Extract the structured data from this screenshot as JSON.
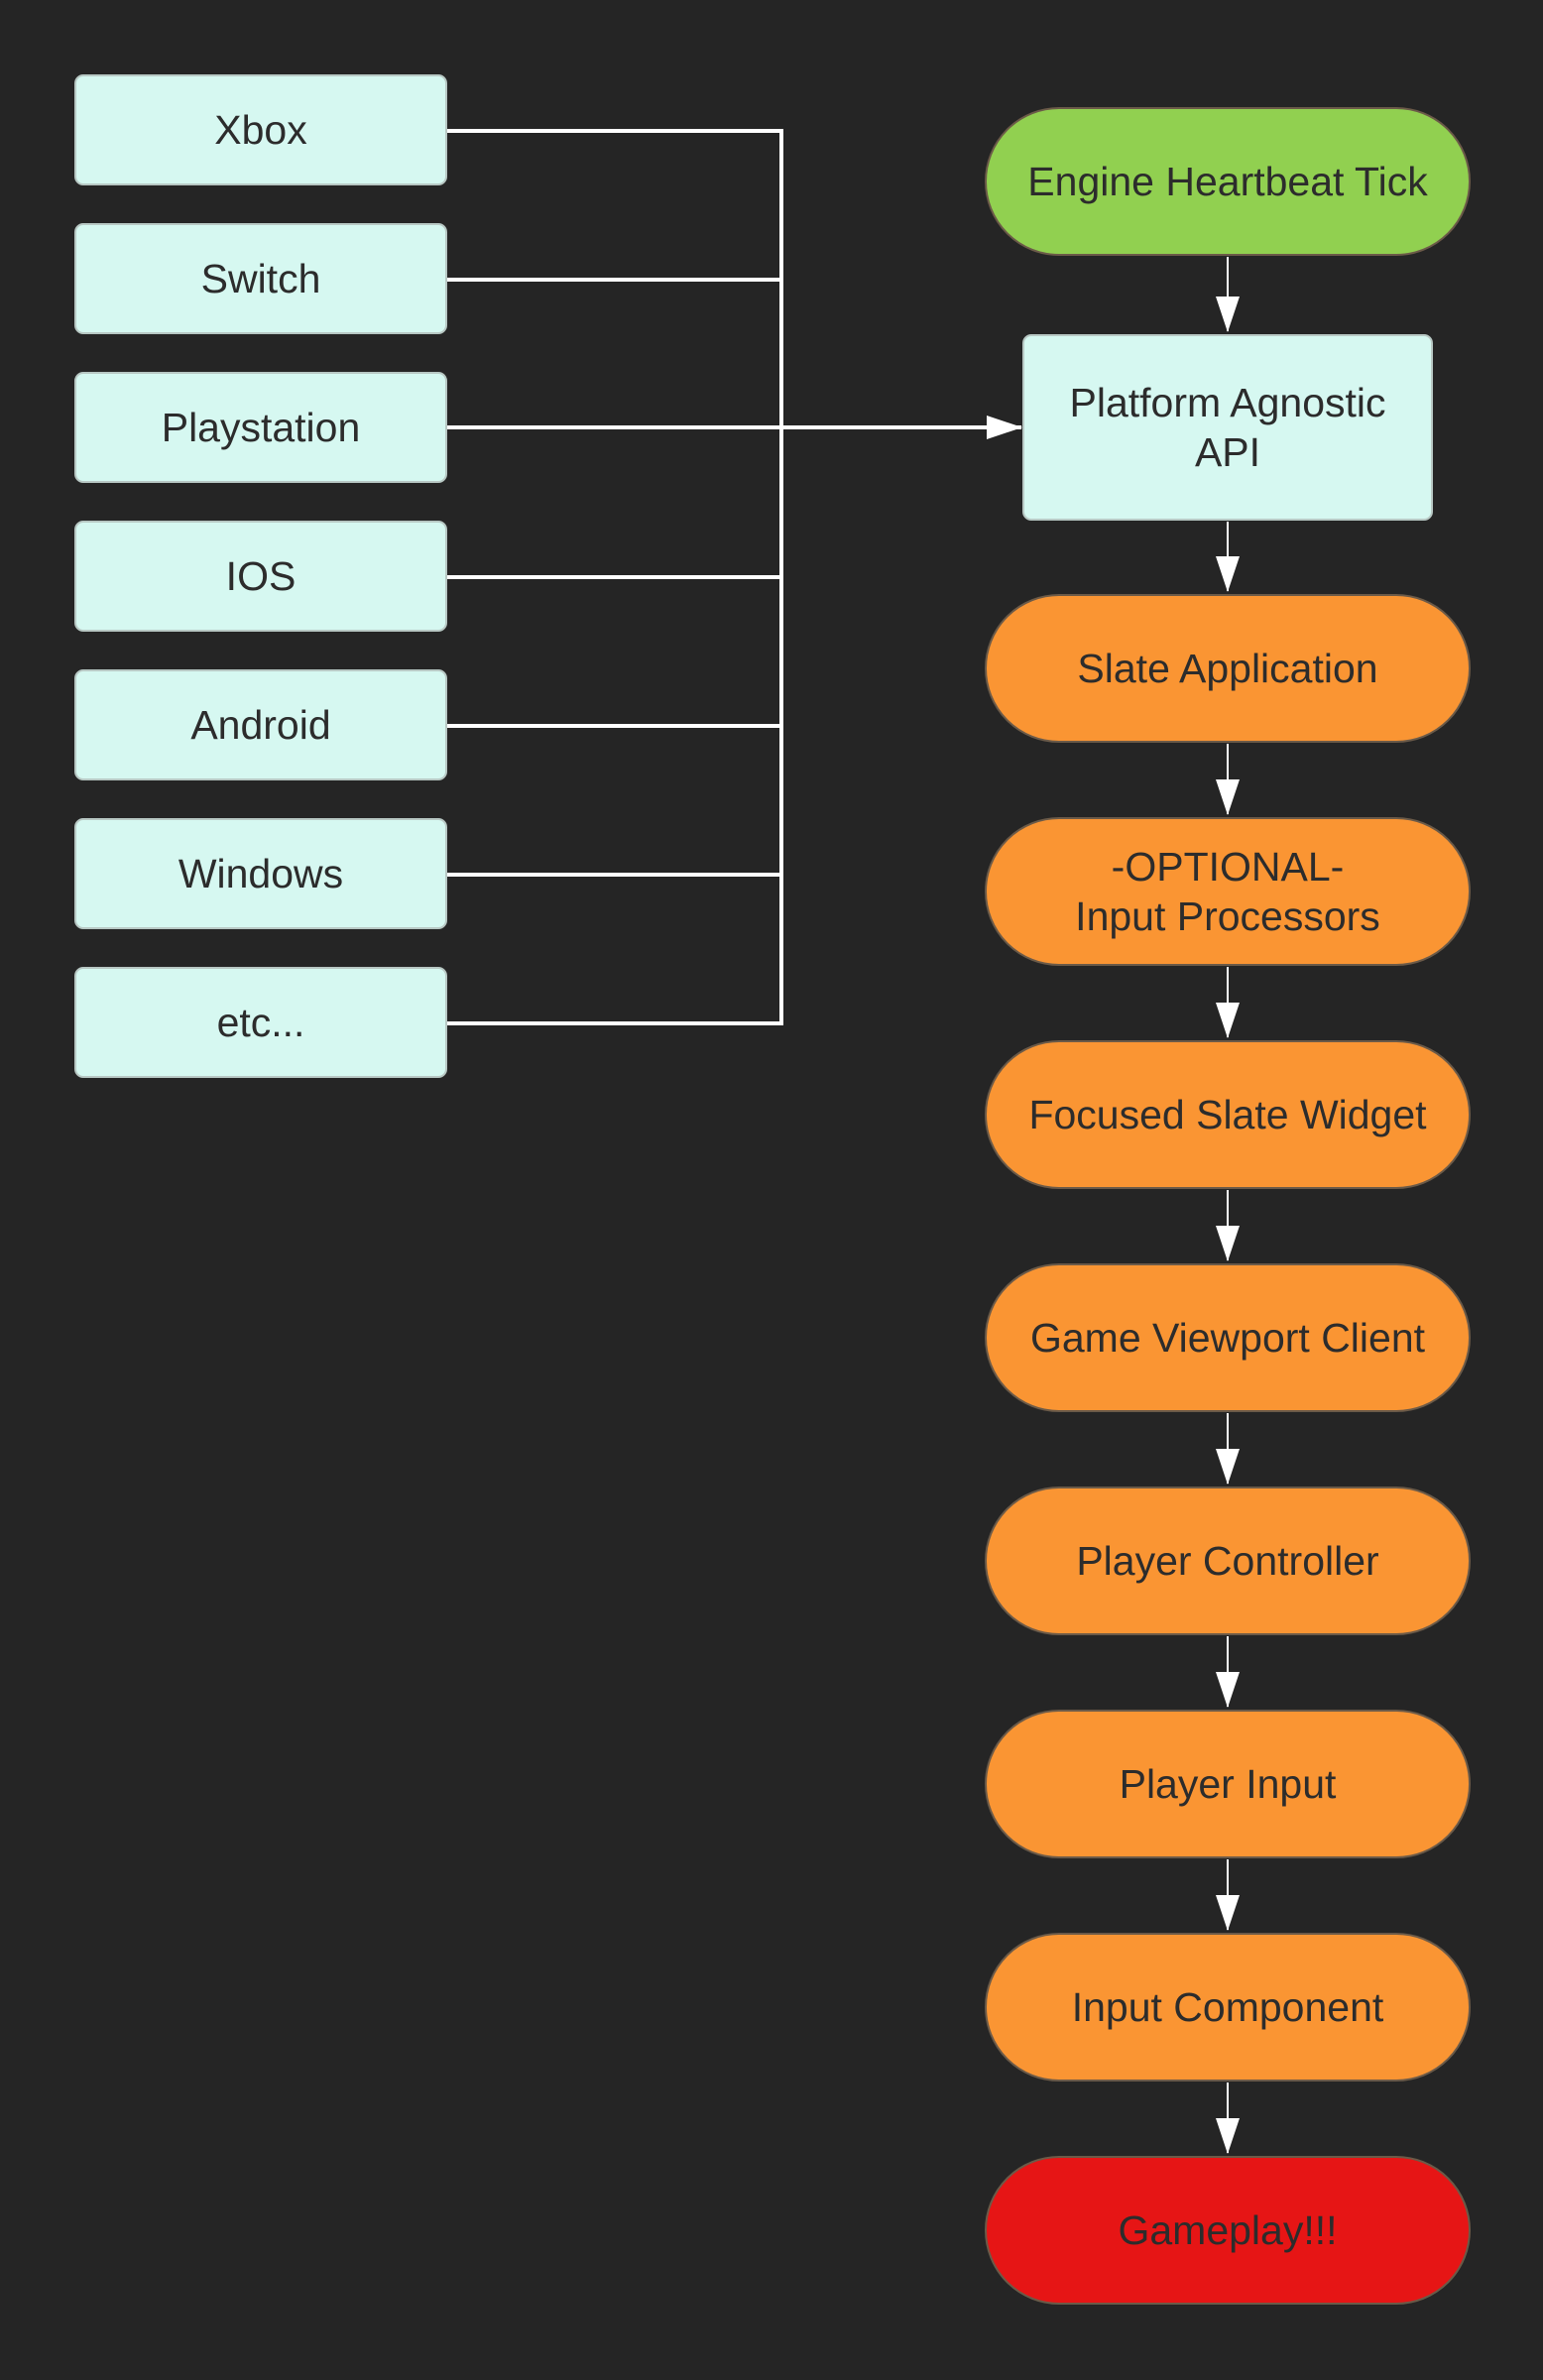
{
  "colors": {
    "background": "#252525",
    "platform_box": "#d6f8f1",
    "start_node": "#91d050",
    "step_node": "#fa9533",
    "end_node": "#e61515",
    "connector": "#ffffff",
    "text": "#2c2c2c"
  },
  "platforms": [
    {
      "label": "Xbox"
    },
    {
      "label": "Switch"
    },
    {
      "label": "Playstation"
    },
    {
      "label": "IOS"
    },
    {
      "label": "Android"
    },
    {
      "label": "Windows"
    },
    {
      "label": "etc..."
    }
  ],
  "flow": [
    {
      "id": "engine-heartbeat-tick",
      "lines": [
        "Engine Heartbeat Tick"
      ],
      "shape": "pill",
      "kind": "start"
    },
    {
      "id": "platform-agnostic-api",
      "lines": [
        "Platform Agnostic",
        "API"
      ],
      "shape": "rect",
      "kind": "platform"
    },
    {
      "id": "slate-application",
      "lines": [
        "Slate Application"
      ],
      "shape": "pill",
      "kind": "step"
    },
    {
      "id": "input-processors",
      "lines": [
        "-OPTIONAL-",
        "Input Processors"
      ],
      "shape": "pill",
      "kind": "step"
    },
    {
      "id": "focused-slate-widget",
      "lines": [
        "Focused Slate Widget"
      ],
      "shape": "pill",
      "kind": "step"
    },
    {
      "id": "game-viewport-client",
      "lines": [
        "Game Viewport Client"
      ],
      "shape": "pill",
      "kind": "step"
    },
    {
      "id": "player-controller",
      "lines": [
        "Player Controller"
      ],
      "shape": "pill",
      "kind": "step"
    },
    {
      "id": "player-input",
      "lines": [
        "Player Input"
      ],
      "shape": "pill",
      "kind": "step"
    },
    {
      "id": "input-component",
      "lines": [
        "Input Component"
      ],
      "shape": "pill",
      "kind": "step"
    },
    {
      "id": "gameplay",
      "lines": [
        "Gameplay!!!"
      ],
      "shape": "pill",
      "kind": "end"
    }
  ]
}
